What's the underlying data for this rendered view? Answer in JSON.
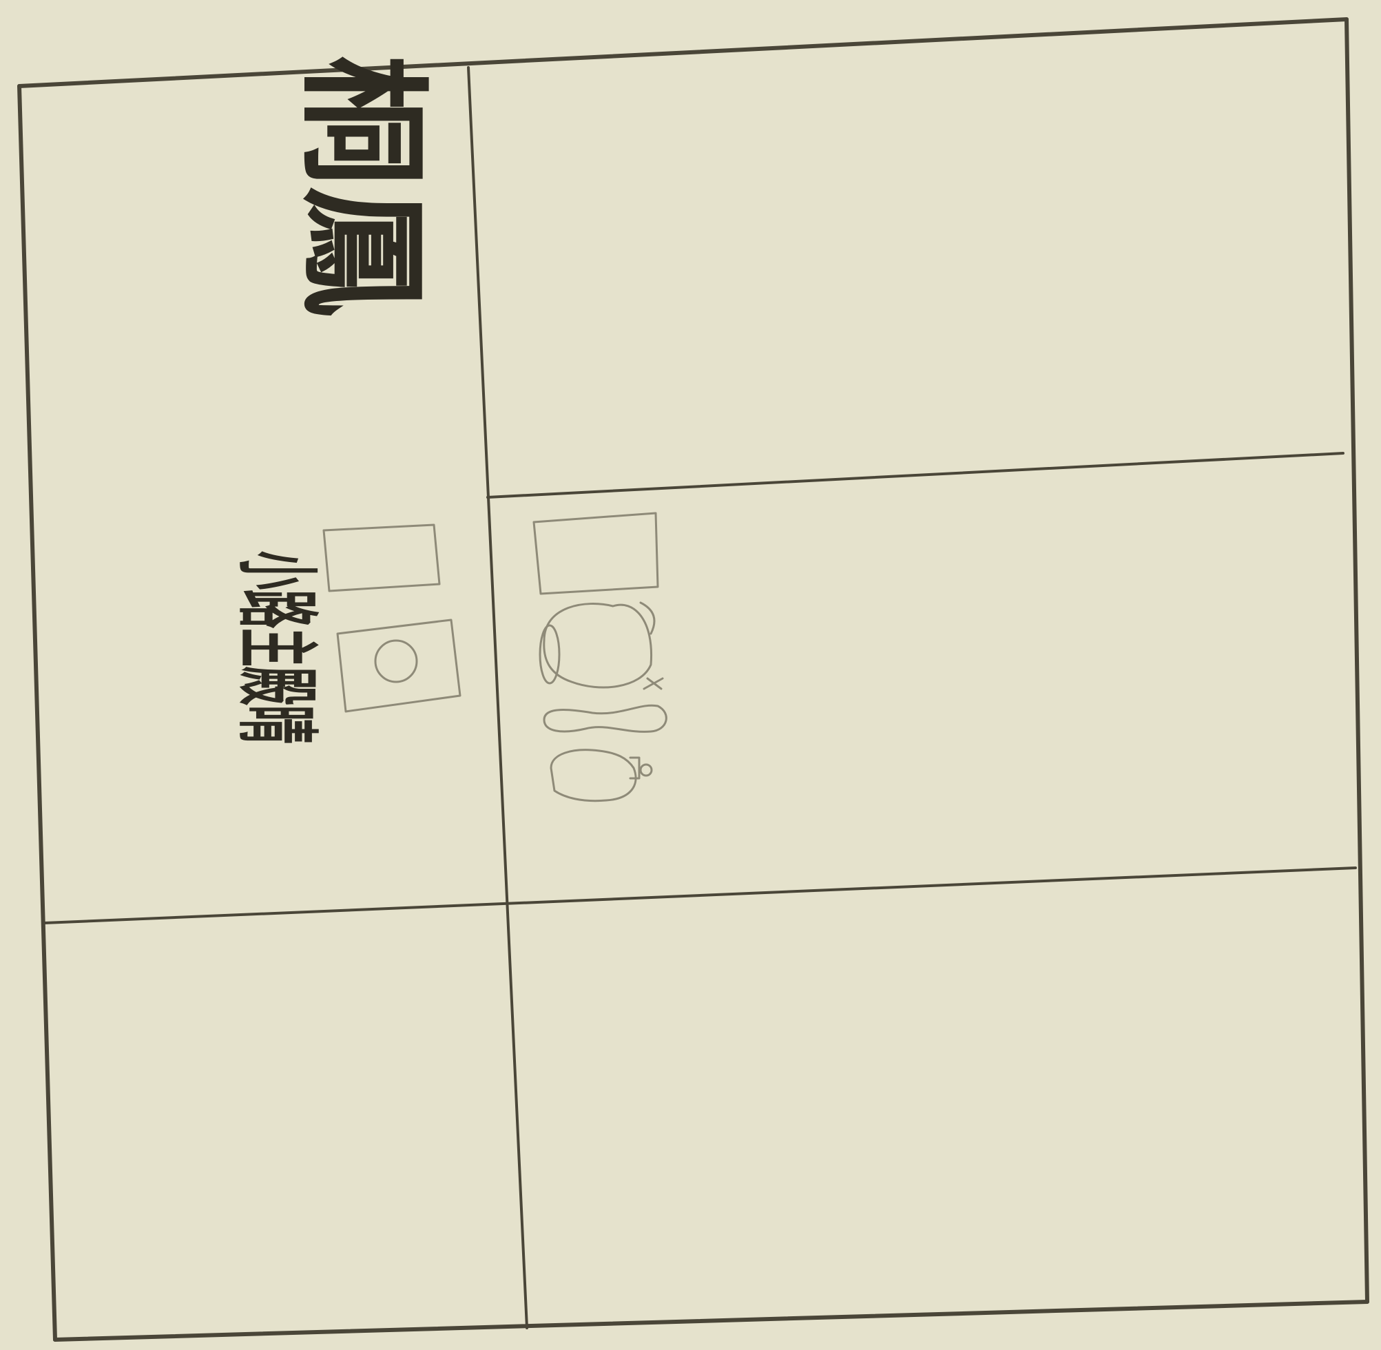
{
  "sheet": {
    "background_color": "#e5e2cc",
    "ink_color": "#4a4638"
  },
  "panels": {
    "top_left": {
      "inscription": "桐鳳",
      "inscription_is_calligraphy_image": true,
      "lower_inscription": "小路主殿晴",
      "lower_inscription_is_calligraphy_image": true,
      "seals": [
        "blank-square-seal",
        "circle-seal"
      ]
    },
    "top_right": {
      "content": ""
    },
    "middle_right": {
      "seals": [
        "blank-square-seal"
      ],
      "motifs": [
        "jar-with-lid-motif",
        "ladle-motif",
        "bottle-with-stopper-motif"
      ]
    },
    "bottom_left": {
      "content": ""
    },
    "bottom_right": {
      "content": ""
    }
  }
}
